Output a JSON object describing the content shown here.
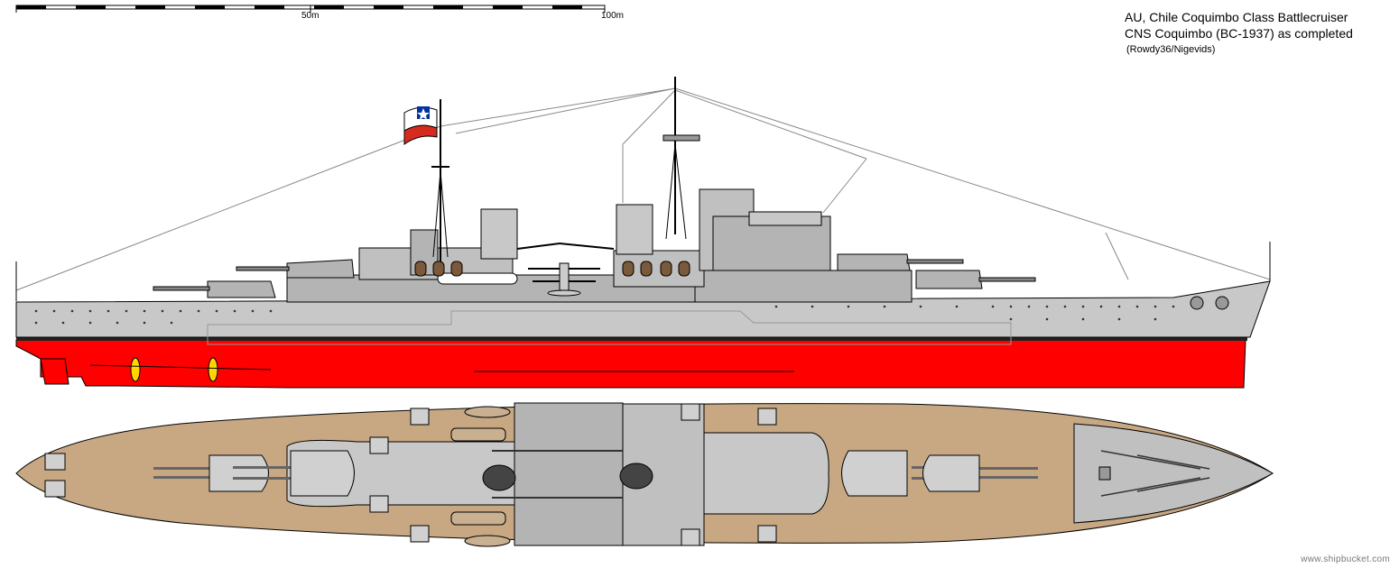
{
  "header": {
    "line1": "AU, Chile Coquimbo Class Battlecruiser",
    "line2": "CNS Coquimbo (BC-1937) as completed",
    "credit": "(Rowdy36/Nigevids)"
  },
  "scale": {
    "mark_50": "50m",
    "mark_100": "100m"
  },
  "watermark": "www.shipbucket.com",
  "colors": {
    "hull_grey": "#c8c8c8",
    "hull_red": "#ff0000",
    "deck_wood": "#c8a882",
    "superstructure_grey": "#b4b4b4",
    "outline": "#000000",
    "flag_blue": "#0033a0",
    "flag_red": "#d52b1e"
  }
}
